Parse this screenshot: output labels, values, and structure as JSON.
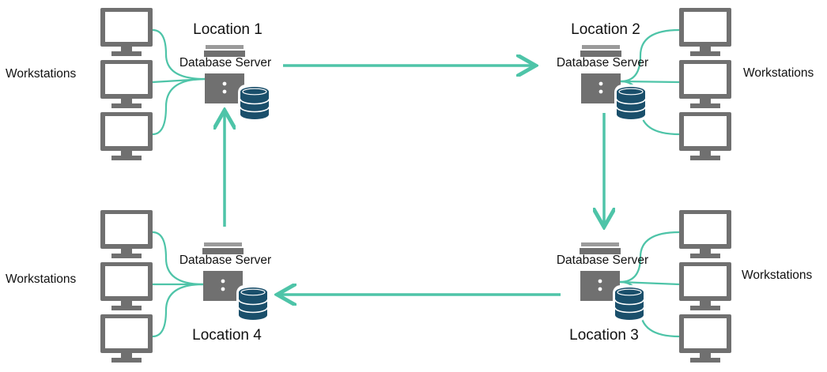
{
  "colors": {
    "device": "#707070",
    "device_light": "#9a9a9a",
    "connector": "#4ec4a8",
    "db_icon": "#1a4f6b",
    "background": "#ffffff"
  },
  "icons": {
    "workstation": "monitor-icon",
    "server": "server-icon",
    "database": "database-icon"
  },
  "locations": [
    {
      "id": "loc1",
      "name": "Location 1",
      "server_label": "Database Server",
      "workstations_label": "Workstations",
      "workstation_count": 3
    },
    {
      "id": "loc2",
      "name": "Location 2",
      "server_label": "Database Server",
      "workstations_label": "Workstations",
      "workstation_count": 3
    },
    {
      "id": "loc3",
      "name": "Location 3",
      "server_label": "Database Server",
      "workstations_label": "Workstations",
      "workstation_count": 3
    },
    {
      "id": "loc4",
      "name": "Location 4",
      "server_label": "Database Server",
      "workstations_label": "Workstations",
      "workstation_count": 3
    }
  ],
  "replication_links": [
    {
      "from": "Location 1",
      "to": "Location 2"
    },
    {
      "from": "Location 2",
      "to": "Location 3"
    },
    {
      "from": "Location 3",
      "to": "Location 4"
    },
    {
      "from": "Location 4",
      "to": "Location 1"
    }
  ]
}
